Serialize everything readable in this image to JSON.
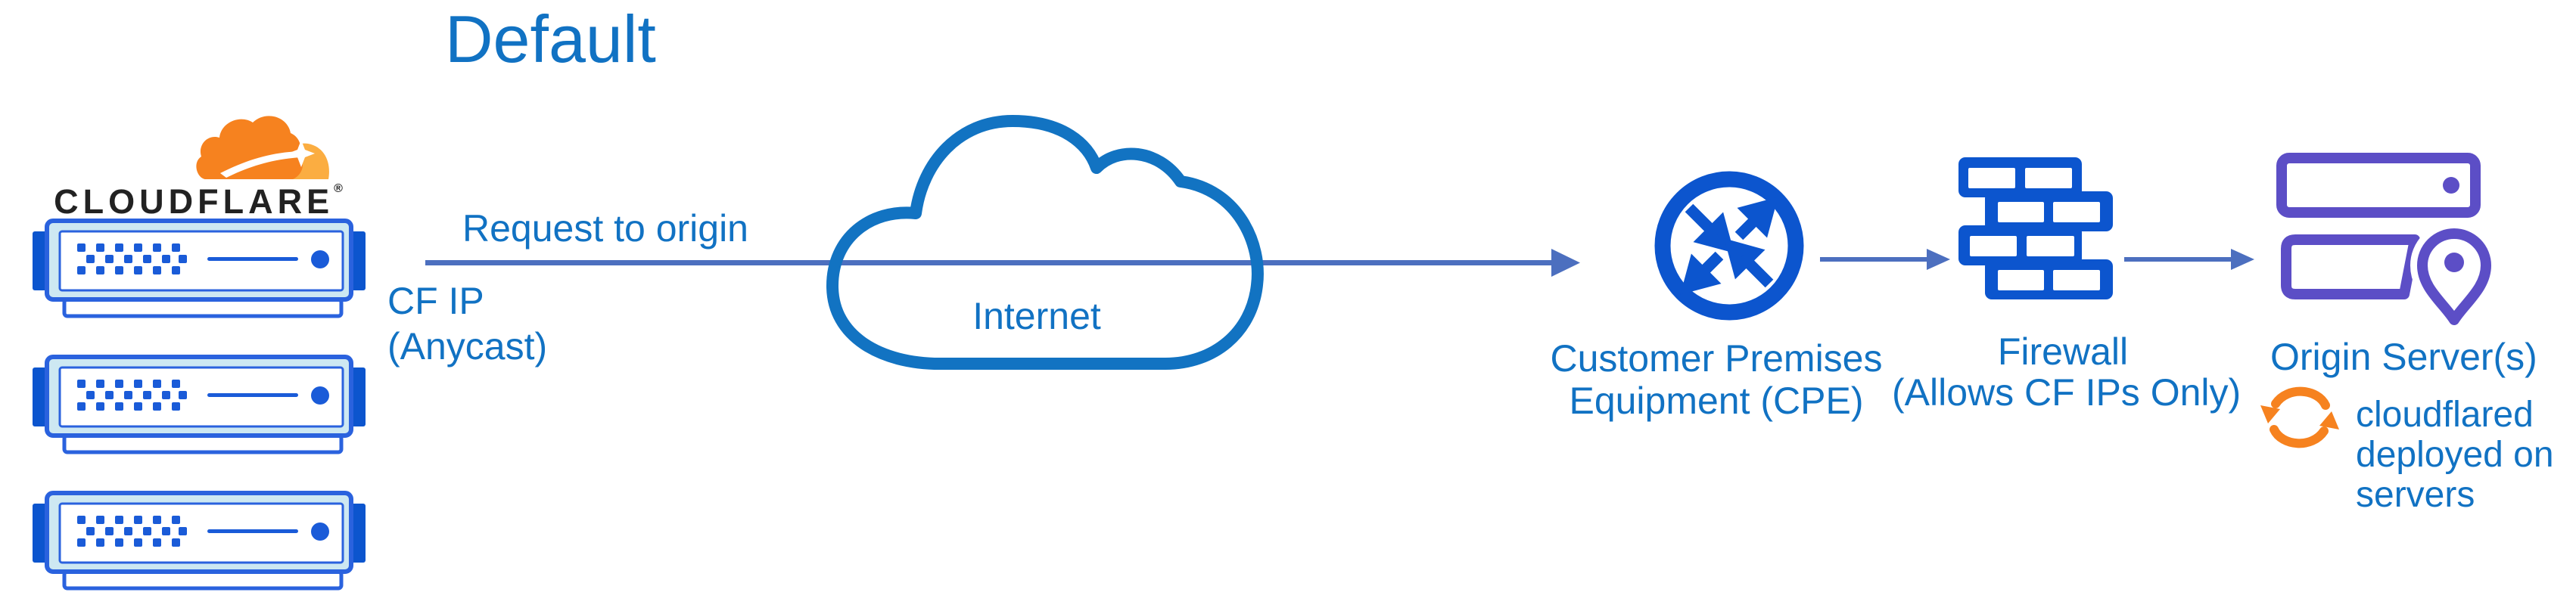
{
  "title": "Default",
  "logo": {
    "wordmark": "CLOUDFLARE",
    "registered": "®"
  },
  "flow": {
    "request_label": "Request to origin",
    "cf_ip": {
      "line1": "CF IP",
      "line2": "(Anycast)"
    },
    "internet_label": "Internet",
    "cpe": {
      "line1": "Customer Premises",
      "line2": "Equipment (CPE)"
    },
    "firewall": {
      "line1": "Firewall",
      "line2": "(Allows CF IPs Only)"
    },
    "origin_label": "Origin Server(s)",
    "cloudflared": {
      "line1": "cloudflared",
      "line2": "deployed on",
      "line3": "servers"
    }
  },
  "icons": {
    "cloudflare_logo_cloud": "cloudflare-logo-cloud-icon",
    "edge_servers": "cloudflare-edge-server-icon (x3)",
    "internet_cloud": "internet-cloud-icon",
    "cpe_router": "cpe-router-arrows-icon",
    "firewall_bricks": "firewall-brick-wall-icon",
    "origin_servers": "origin-servers-location-pin-icon",
    "cloudflared_sync": "cloudflared-sync-arrows-icon"
  },
  "colors": {
    "text-blue": "#1172C3",
    "icon-blue": "#0C55CE",
    "server-border": "#2A62DE",
    "server-fill": "#CDE8F2",
    "server-detail": "#1A5BD8",
    "arrow-slate": "#4C6FBF",
    "cloud-stroke": "#1273C2",
    "purple": "#5C4EC6",
    "orange": "#F6821F",
    "orange-light": "#FBAD41",
    "wordmark": "#222222"
  }
}
